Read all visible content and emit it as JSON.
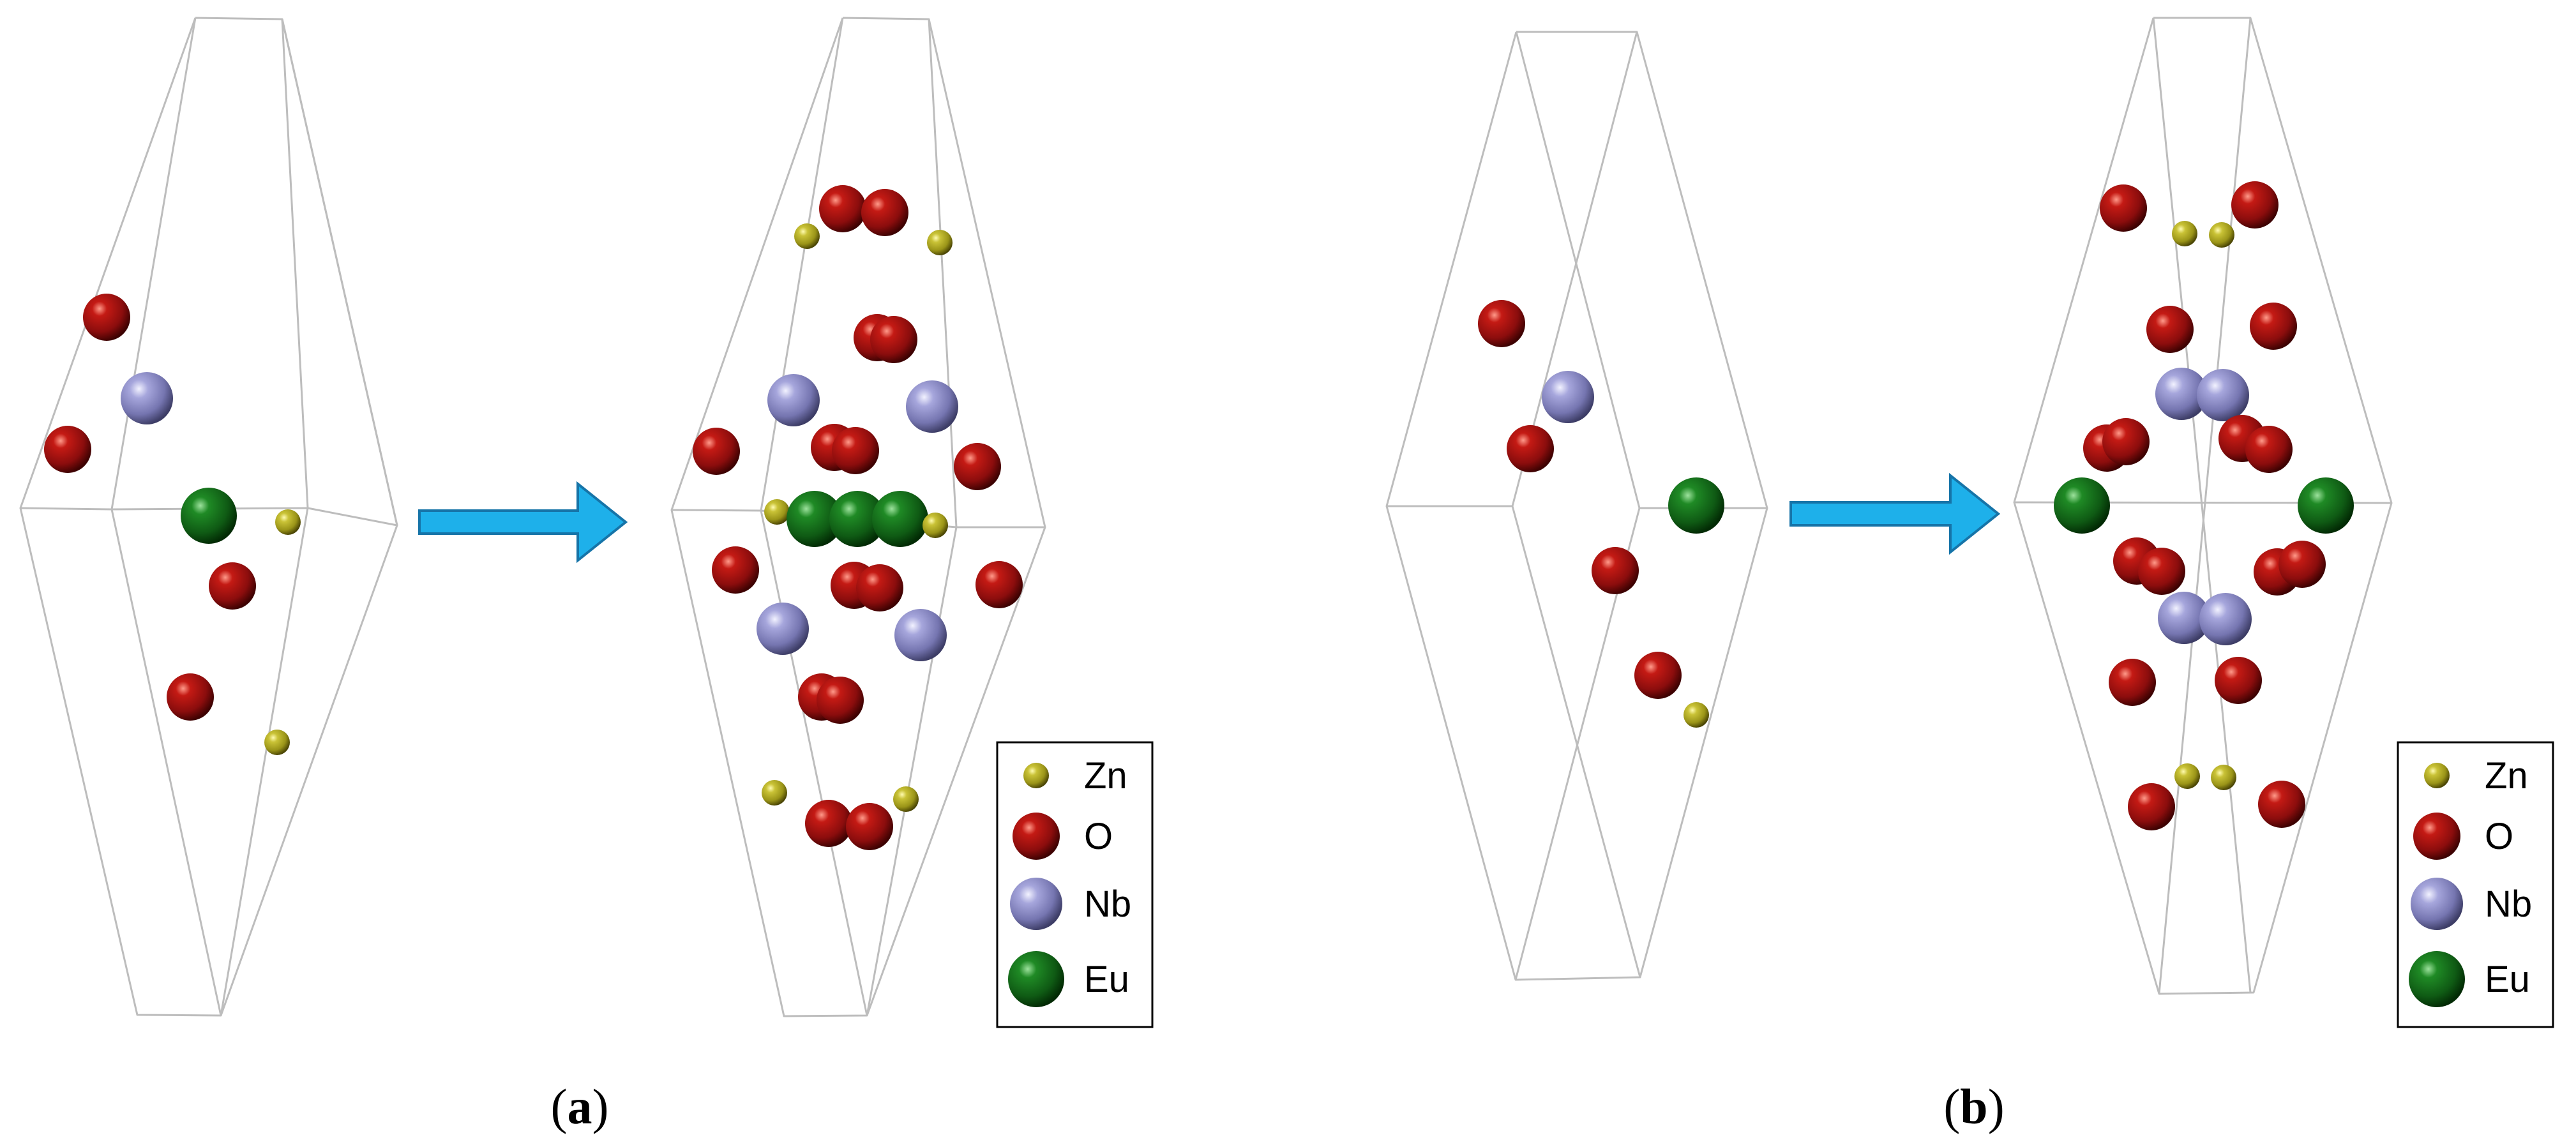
{
  "panels": [
    {
      "id": "a",
      "label_open": "(",
      "label_letter": "a",
      "label_close": ")"
    },
    {
      "id": "b",
      "label_open": "(",
      "label_letter": "b",
      "label_close": ")"
    }
  ],
  "legend": [
    {
      "element": "Zn",
      "color": "#a6a11e"
    },
    {
      "element": "O",
      "color": "#8b0d0d"
    },
    {
      "element": "Nb",
      "color": "#7b7bb8"
    },
    {
      "element": "Eu",
      "color": "#0f5a14"
    }
  ],
  "colors": {
    "arrow_fill": "#1eb0ea",
    "arrow_stroke": "#1674a8",
    "cell_line": "#bdbdbd"
  }
}
